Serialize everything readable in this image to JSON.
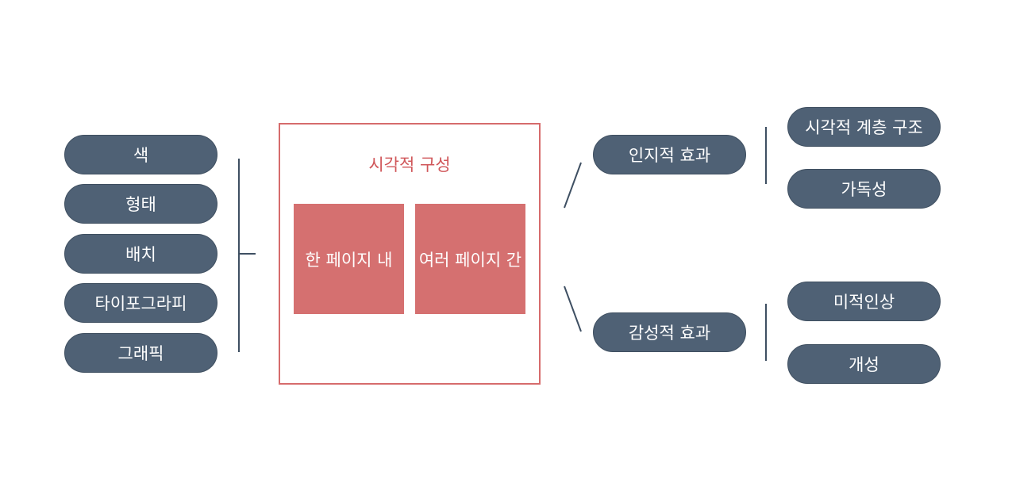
{
  "left_items": [
    {
      "label": "색"
    },
    {
      "label": "형태"
    },
    {
      "label": "배치"
    },
    {
      "label": "타이포그라피"
    },
    {
      "label": "그래픽"
    }
  ],
  "center": {
    "title": "시각적 구성",
    "boxes": [
      {
        "label": "한 페이지 내"
      },
      {
        "label": "여러 페이지 간"
      }
    ]
  },
  "effects": [
    {
      "label": "인지적 효과",
      "children": [
        {
          "label": "시각적 계층 구조"
        },
        {
          "label": "가독성"
        }
      ]
    },
    {
      "label": "감성적 효과",
      "children": [
        {
          "label": "미적인상"
        },
        {
          "label": "개성"
        }
      ]
    }
  ],
  "colors": {
    "pill": "#4f6175",
    "accent": "#d66b6c",
    "line": "#3e4f62"
  }
}
